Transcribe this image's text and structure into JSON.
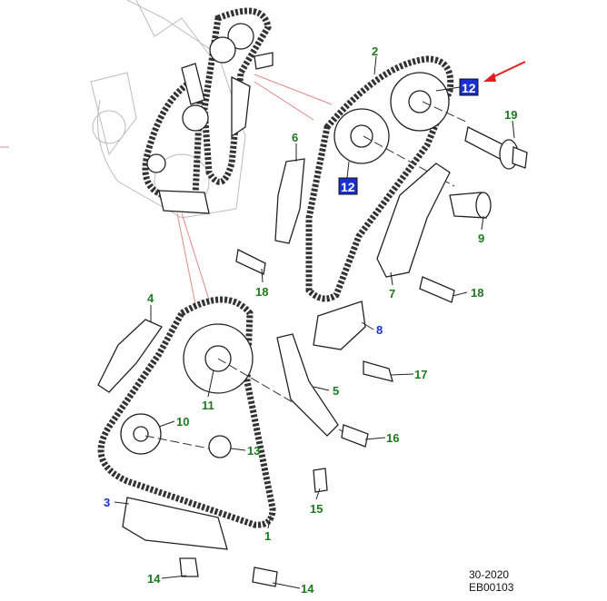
{
  "diagram": {
    "callouts": {
      "c1": "1",
      "c2": "2",
      "c3": "3",
      "c4": "4",
      "c5": "5",
      "c6": "6",
      "c7": "7",
      "c8": "8",
      "c9": "9",
      "c10": "10",
      "c11": "11",
      "c12a": "12",
      "c12b": "12",
      "c13": "13",
      "c14a": "14",
      "c14b": "14",
      "c15": "15",
      "c16": "16",
      "c17": "17",
      "c18a": "18",
      "c18b": "18",
      "c19": "19"
    },
    "colors": {
      "callout_green": "#1e7a1e",
      "callout_blue": "#1a2fd0",
      "highlight_box": "#1a2fd0",
      "pointer_arrow": "#e02020"
    }
  },
  "footer": {
    "date_code": "30-2020",
    "ref_code": "EB00103"
  }
}
